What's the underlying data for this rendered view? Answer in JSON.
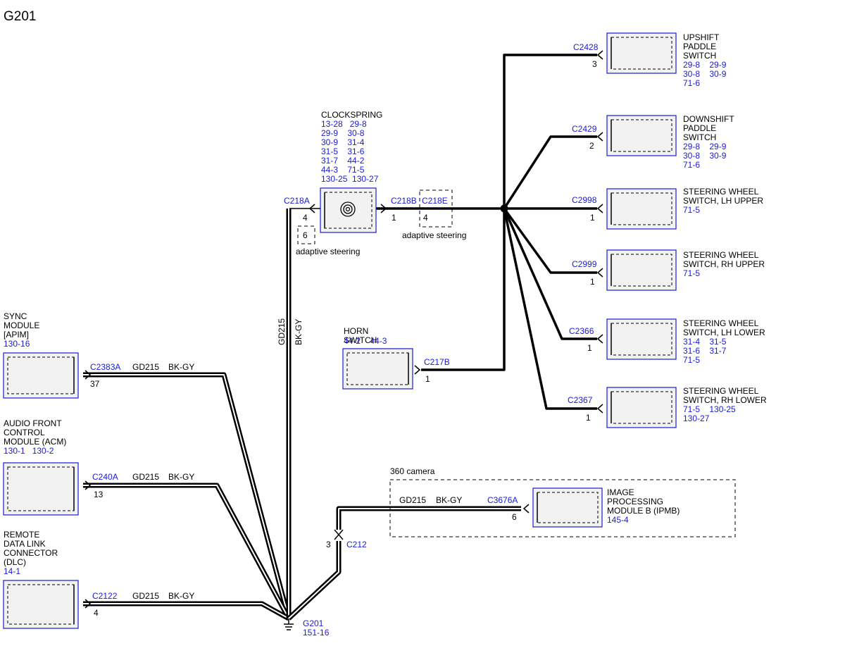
{
  "title": "G201",
  "components": {
    "upshift": {
      "lines": [
        "UPSHIFT",
        "PADDLE",
        "SWITCH"
      ],
      "refs": [
        "29-8    29-9",
        "30-8    30-9",
        "71-6"
      ],
      "connector": "C2428",
      "pin": "3"
    },
    "downshift": {
      "lines": [
        "DOWNSHIFT",
        "PADDLE",
        "SWITCH"
      ],
      "refs": [
        "29-8    29-9",
        "30-8    30-9",
        "71-6"
      ],
      "connector": "C2429",
      "pin": "2"
    },
    "sw_lh_upper": {
      "lines": [
        "STEERING WHEEL",
        "SWITCH, LH UPPER"
      ],
      "refs": [
        "71-5"
      ],
      "connector": "C2998",
      "pin": "1"
    },
    "sw_rh_upper": {
      "lines": [
        "STEERING WHEEL",
        "SWITCH, RH UPPER"
      ],
      "refs": [
        "71-5"
      ],
      "connector": "C2999",
      "pin": "1"
    },
    "sw_lh_lower": {
      "lines": [
        "STEERING WHEEL",
        "SWITCH, LH LOWER"
      ],
      "refs": [
        "31-4    31-5",
        "31-6    31-7",
        "71-5"
      ],
      "connector": "C2366",
      "pin": "1"
    },
    "sw_rh_lower": {
      "lines": [
        "STEERING WHEEL",
        "SWITCH, RH LOWER"
      ],
      "refs": [
        "71-5    130-25",
        "130-27"
      ],
      "connector": "C2367",
      "pin": "1"
    },
    "clockspring": {
      "lines": [
        "CLOCKSPRING"
      ],
      "refs": [
        "13-28   29-8",
        "29-9    30-8",
        "30-9    31-4",
        "31-5    31-6",
        "31-7    44-2",
        "44-3    71-5",
        "130-25  130-27"
      ],
      "connector_a": "C218A",
      "pin_a": "4",
      "connector_b": "C218B",
      "pin_b": "1",
      "connector_e": "C218E",
      "pin_e": "4",
      "alt_pin": "6",
      "note_a": "adaptive steering",
      "note_e": "adaptive steering"
    },
    "horn": {
      "lines": [
        "HORN",
        "SWITCH"
      ],
      "refs": [
        "44-2    44-3"
      ],
      "connector": "C217B",
      "pin": "1"
    },
    "sync": {
      "lines": [
        "SYNC",
        "MODULE",
        "[APIM]"
      ],
      "refs": [
        "130-16"
      ],
      "connector": "C2383A",
      "pin": "37",
      "circuit": "GD215",
      "color": "BK-GY"
    },
    "acm": {
      "lines": [
        "AUDIO FRONT",
        "CONTROL",
        "MODULE (ACM)"
      ],
      "refs": [
        "130-1   130-2"
      ],
      "connector": "C240A",
      "pin": "13",
      "circuit": "GD215",
      "color": "BK-GY"
    },
    "dlc": {
      "lines": [
        "REMOTE",
        "DATA LINK",
        "CONNECTOR",
        "(DLC)"
      ],
      "refs": [
        "14-1"
      ],
      "connector": "C2122",
      "pin": "4",
      "circuit": "GD215",
      "color": "BK-GY"
    },
    "ipmb": {
      "lines": [
        "IMAGE",
        "PROCESSING",
        "MODULE B (IPMB)"
      ],
      "refs": [
        "145-4"
      ],
      "connector": "C3676A",
      "pin": "6",
      "circuit": "GD215",
      "color": "BK-GY",
      "group": "360 camera"
    },
    "c212": {
      "connector": "C212",
      "pin": "3"
    },
    "vertical_wire": {
      "circuit": "GD215",
      "color": "BK-GY"
    },
    "ground": {
      "name": "G201",
      "ref": "151-16"
    }
  }
}
